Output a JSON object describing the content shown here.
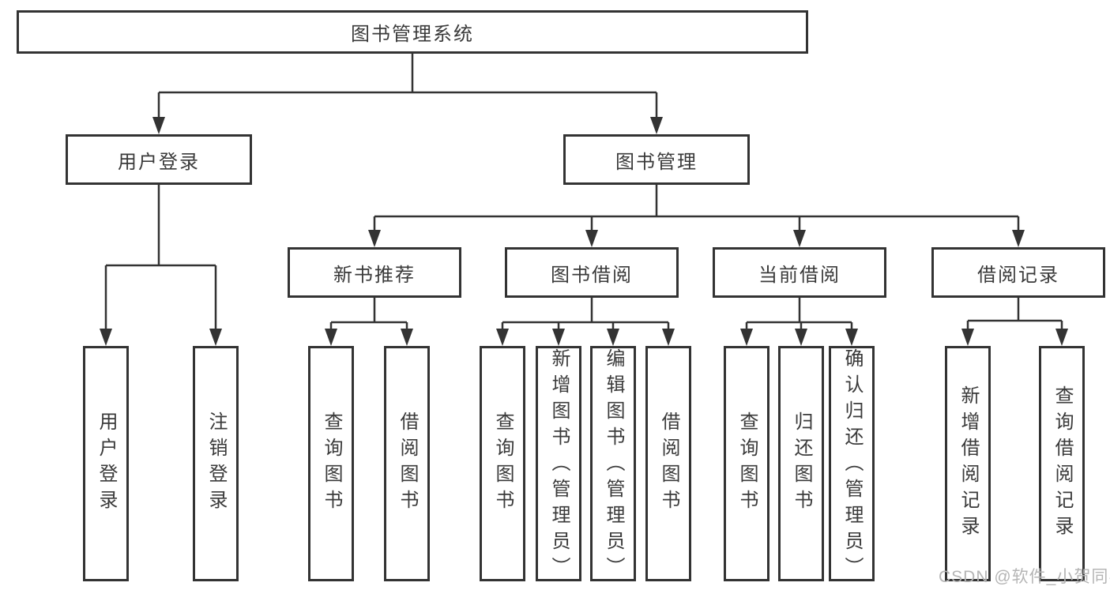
{
  "diagram": {
    "root": {
      "label": "图书管理系统"
    },
    "level2": [
      {
        "label": "用户登录"
      },
      {
        "label": "图书管理"
      }
    ],
    "level3": [
      {
        "label": "新书推荐"
      },
      {
        "label": "图书借阅"
      },
      {
        "label": "当前借阅"
      },
      {
        "label": "借阅记录"
      }
    ],
    "leaves": {
      "user_login": [
        "用户登录",
        "注销登录"
      ],
      "new_books": [
        "查询图书",
        "借阅图书"
      ],
      "book_borrow": [
        "查询图书",
        "新增图书（管理员）",
        "编辑图书（管理员）",
        "借阅图书"
      ],
      "current_borrow": [
        "查询图书",
        "归还图书",
        "确认归还（管理员）"
      ],
      "borrow_records": [
        "新增借阅记录",
        "查询借阅记录"
      ]
    }
  },
  "watermark": "CSDN @软件_小贺同学",
  "colors": {
    "line": "#333333",
    "text": "#3a3a3a",
    "watermark": "#b5b5b5",
    "background": "#ffffff"
  }
}
